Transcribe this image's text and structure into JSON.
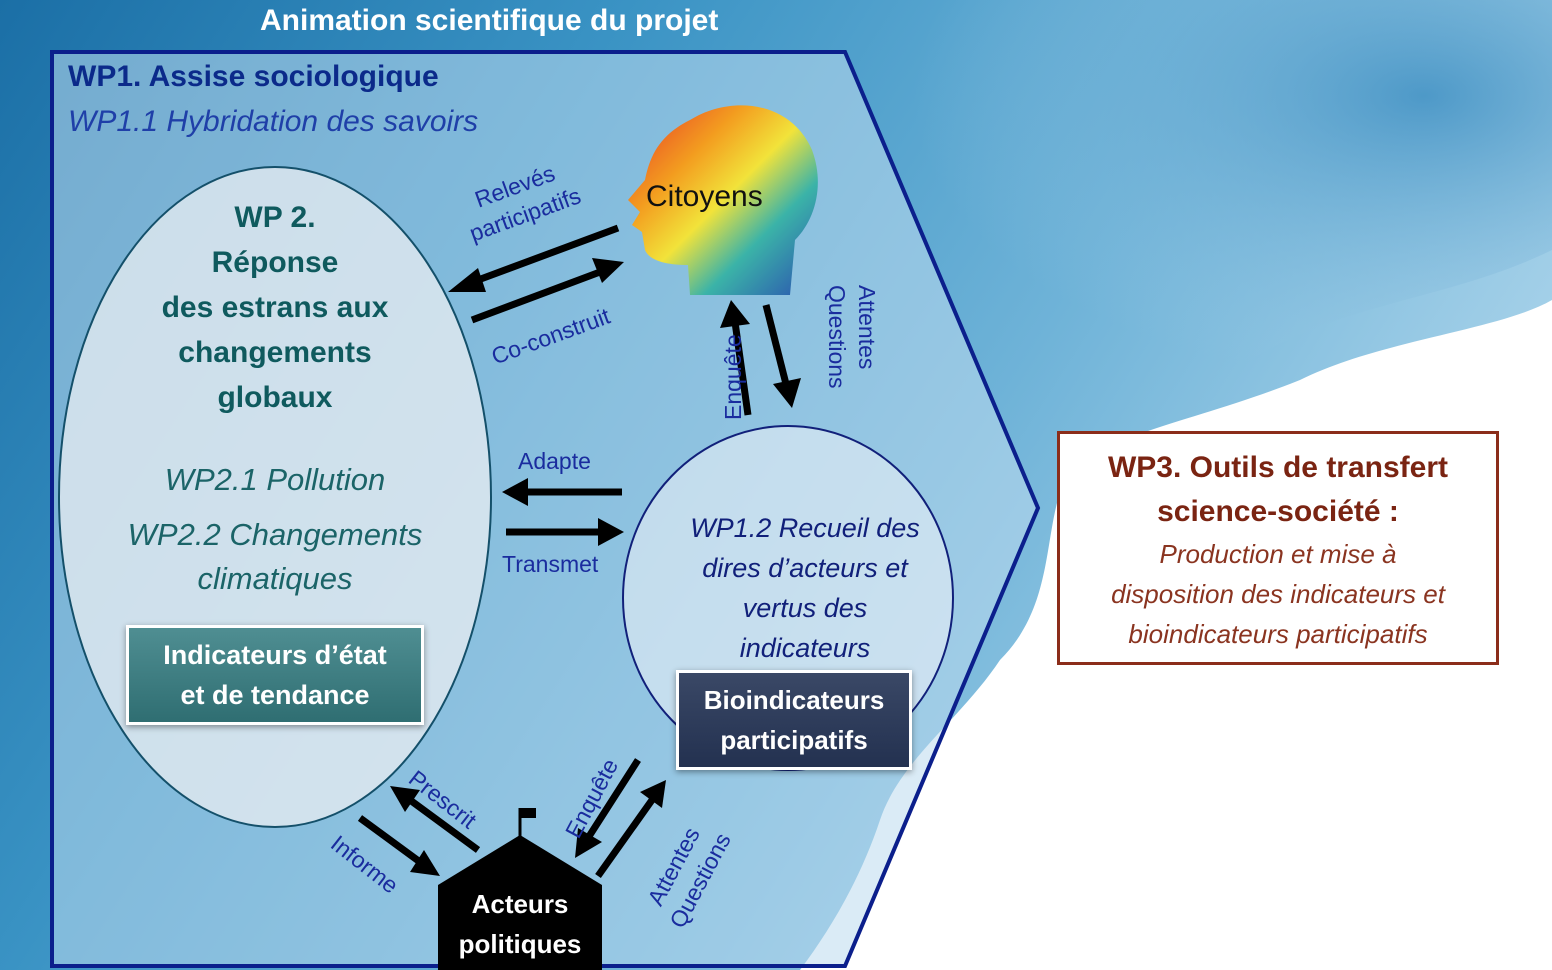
{
  "title": "Animation scientifique du projet",
  "wp1": {
    "heading": "WP1. Assise sociologique",
    "sub": "WP1.1 Hybridation des savoirs"
  },
  "wp2": {
    "heading_lines": [
      "WP 2.",
      "Réponse",
      "des estrans aux",
      "changements",
      "globaux"
    ],
    "sub1": "WP2.1 Pollution",
    "sub2_lines": [
      "WP2.2 Changements",
      "climatiques"
    ],
    "box_lines": [
      "Indicateurs d’état",
      "et de tendance"
    ]
  },
  "wp12": {
    "lines": [
      "WP1.2 Recueil des",
      "dires d’acteurs et",
      "vertus des",
      "indicateurs"
    ],
    "box_lines": [
      "Bioindicateurs",
      "participatifs"
    ]
  },
  "citizens": {
    "label": "Citoyens"
  },
  "actors": {
    "lines": [
      "Acteurs",
      "politiques"
    ]
  },
  "arrows": {
    "releves": [
      "Relevés",
      "participatifs"
    ],
    "coconstruit": "Co-construit",
    "enquete_top": "Enquête",
    "attentes_top": [
      "Attentes",
      "Questions"
    ],
    "adapte": "Adapte",
    "transmet": "Transmet",
    "prescrit": "Prescrit",
    "informe": "Informe",
    "enquete_bottom": "Enquête",
    "attentes_bottom": [
      "Attentes",
      "Questions"
    ]
  },
  "wp3": {
    "heading_lines": [
      "WP3.  Outils de transfert",
      "science-société :"
    ],
    "desc_lines": [
      "Production et mise à",
      "disposition des indicateurs et",
      "bioindicateurs participatifs"
    ]
  }
}
